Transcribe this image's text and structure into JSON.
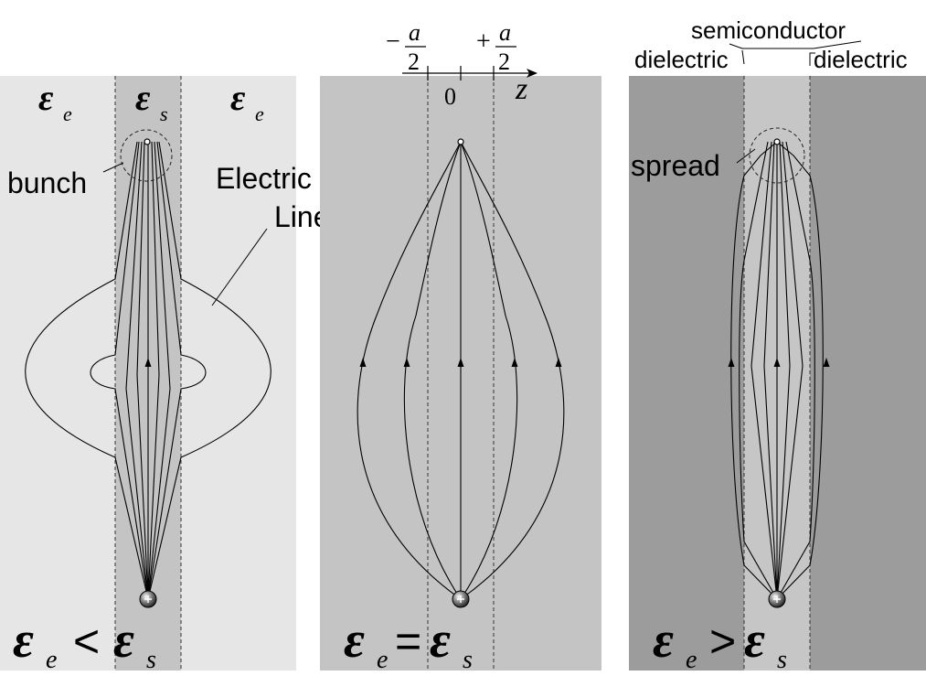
{
  "panels": {
    "left": {
      "outer_symbol": "ε",
      "outer_sub": "e",
      "inner_symbol": "ε",
      "inner_sub": "s",
      "bunch_label": "bunch",
      "flux_label_line1": "Electric Flux",
      "flux_label_line2": "Lines",
      "bottom": {
        "lhs": "ε",
        "lhs_sub": "e",
        "op": "<",
        "rhs": "ε",
        "rhs_sub": "s"
      }
    },
    "middle": {
      "axis_minus": "−",
      "axis_plus": "+",
      "axis_num": "a",
      "axis_den": "2",
      "axis_zero": "0",
      "axis_var": "z",
      "bottom": {
        "lhs": "ε",
        "lhs_sub": "e",
        "op": "=",
        "rhs": "ε",
        "rhs_sub": "s"
      }
    },
    "right": {
      "semiconductor_label": "semiconductor",
      "dielectric_left": "dielectric",
      "dielectric_right": "dielectric",
      "spread_label": "spread",
      "bottom": {
        "lhs": "ε",
        "lhs_sub": "e",
        "op": ">",
        "rhs": "ε",
        "rhs_sub": "s"
      }
    }
  },
  "colors": {
    "left_outer": "#e6e6e6",
    "left_inner": "#c4c4c4",
    "middle_bg": "#c4c4c4",
    "right_outer": "#9c9c9c",
    "right_inner": "#c6c6c6",
    "ink": "#000000"
  }
}
